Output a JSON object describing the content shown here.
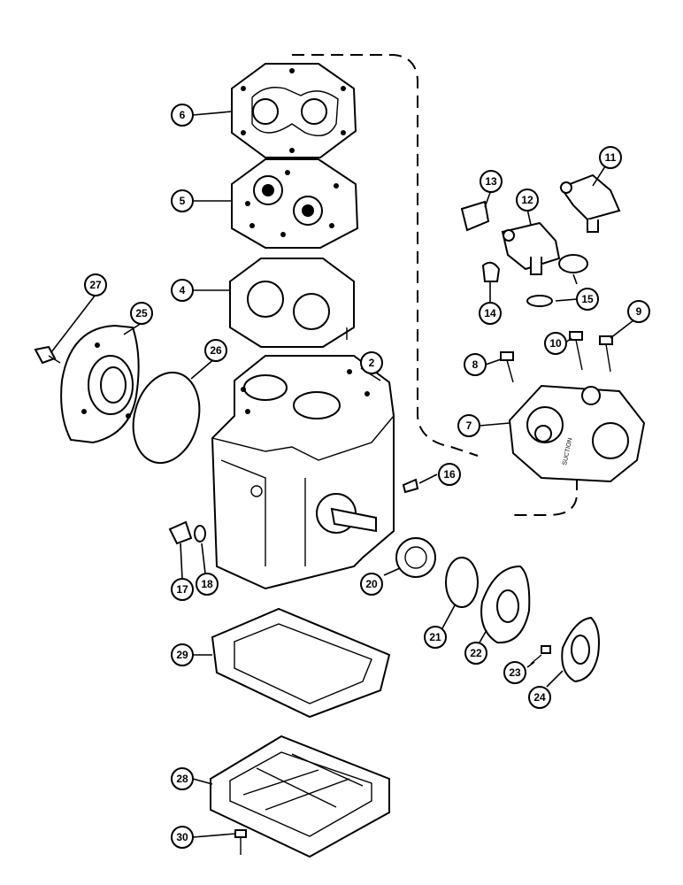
{
  "callouts": [
    {
      "id": "6",
      "label": "6"
    },
    {
      "id": "5",
      "label": "5"
    },
    {
      "id": "4",
      "label": "4"
    },
    {
      "id": "27",
      "label": "27"
    },
    {
      "id": "25",
      "label": "25"
    },
    {
      "id": "26",
      "label": "26"
    },
    {
      "id": "2",
      "label": "2"
    },
    {
      "id": "13",
      "label": "13"
    },
    {
      "id": "12",
      "label": "12"
    },
    {
      "id": "11",
      "label": "11"
    },
    {
      "id": "14",
      "label": "14"
    },
    {
      "id": "15",
      "label": "15"
    },
    {
      "id": "10",
      "label": "10"
    },
    {
      "id": "9",
      "label": "9"
    },
    {
      "id": "8",
      "label": "8"
    },
    {
      "id": "7",
      "label": "7"
    },
    {
      "id": "16",
      "label": "16"
    },
    {
      "id": "17",
      "label": "17"
    },
    {
      "id": "18",
      "label": "18"
    },
    {
      "id": "20",
      "label": "20"
    },
    {
      "id": "21",
      "label": "21"
    },
    {
      "id": "22",
      "label": "22"
    },
    {
      "id": "23",
      "label": "23"
    },
    {
      "id": "24",
      "label": "24"
    },
    {
      "id": "29",
      "label": "29"
    },
    {
      "id": "28",
      "label": "28"
    },
    {
      "id": "30",
      "label": "30"
    }
  ],
  "plate_stamp": "SUCTION"
}
